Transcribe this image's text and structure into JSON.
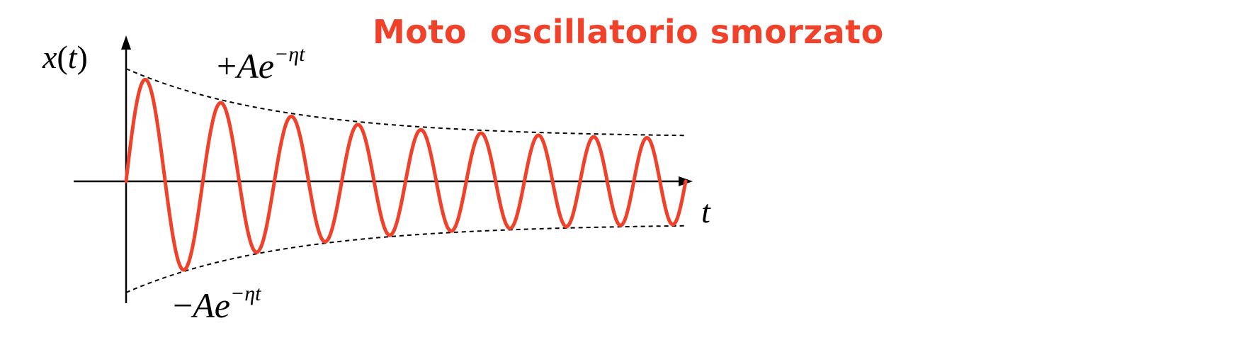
{
  "title": "Moto  oscillatorio smorzato",
  "axes": {
    "y_label_var": "x",
    "y_label_arg": "t",
    "x_label": "t"
  },
  "envelope_upper": {
    "sign": "+",
    "amplitude": "A",
    "base": "e",
    "exponent": "−ηt"
  },
  "envelope_lower": {
    "sign": "−",
    "amplitude": "A",
    "base": "e",
    "exponent": "−ηt"
  },
  "colors": {
    "title": "#f0412b",
    "curve": "#f0412b",
    "axes": "#000000",
    "envelope": "#000000"
  },
  "oscillation": {
    "cycles": 9,
    "starts_at_zero": true,
    "envelope_style": "dashed"
  }
}
